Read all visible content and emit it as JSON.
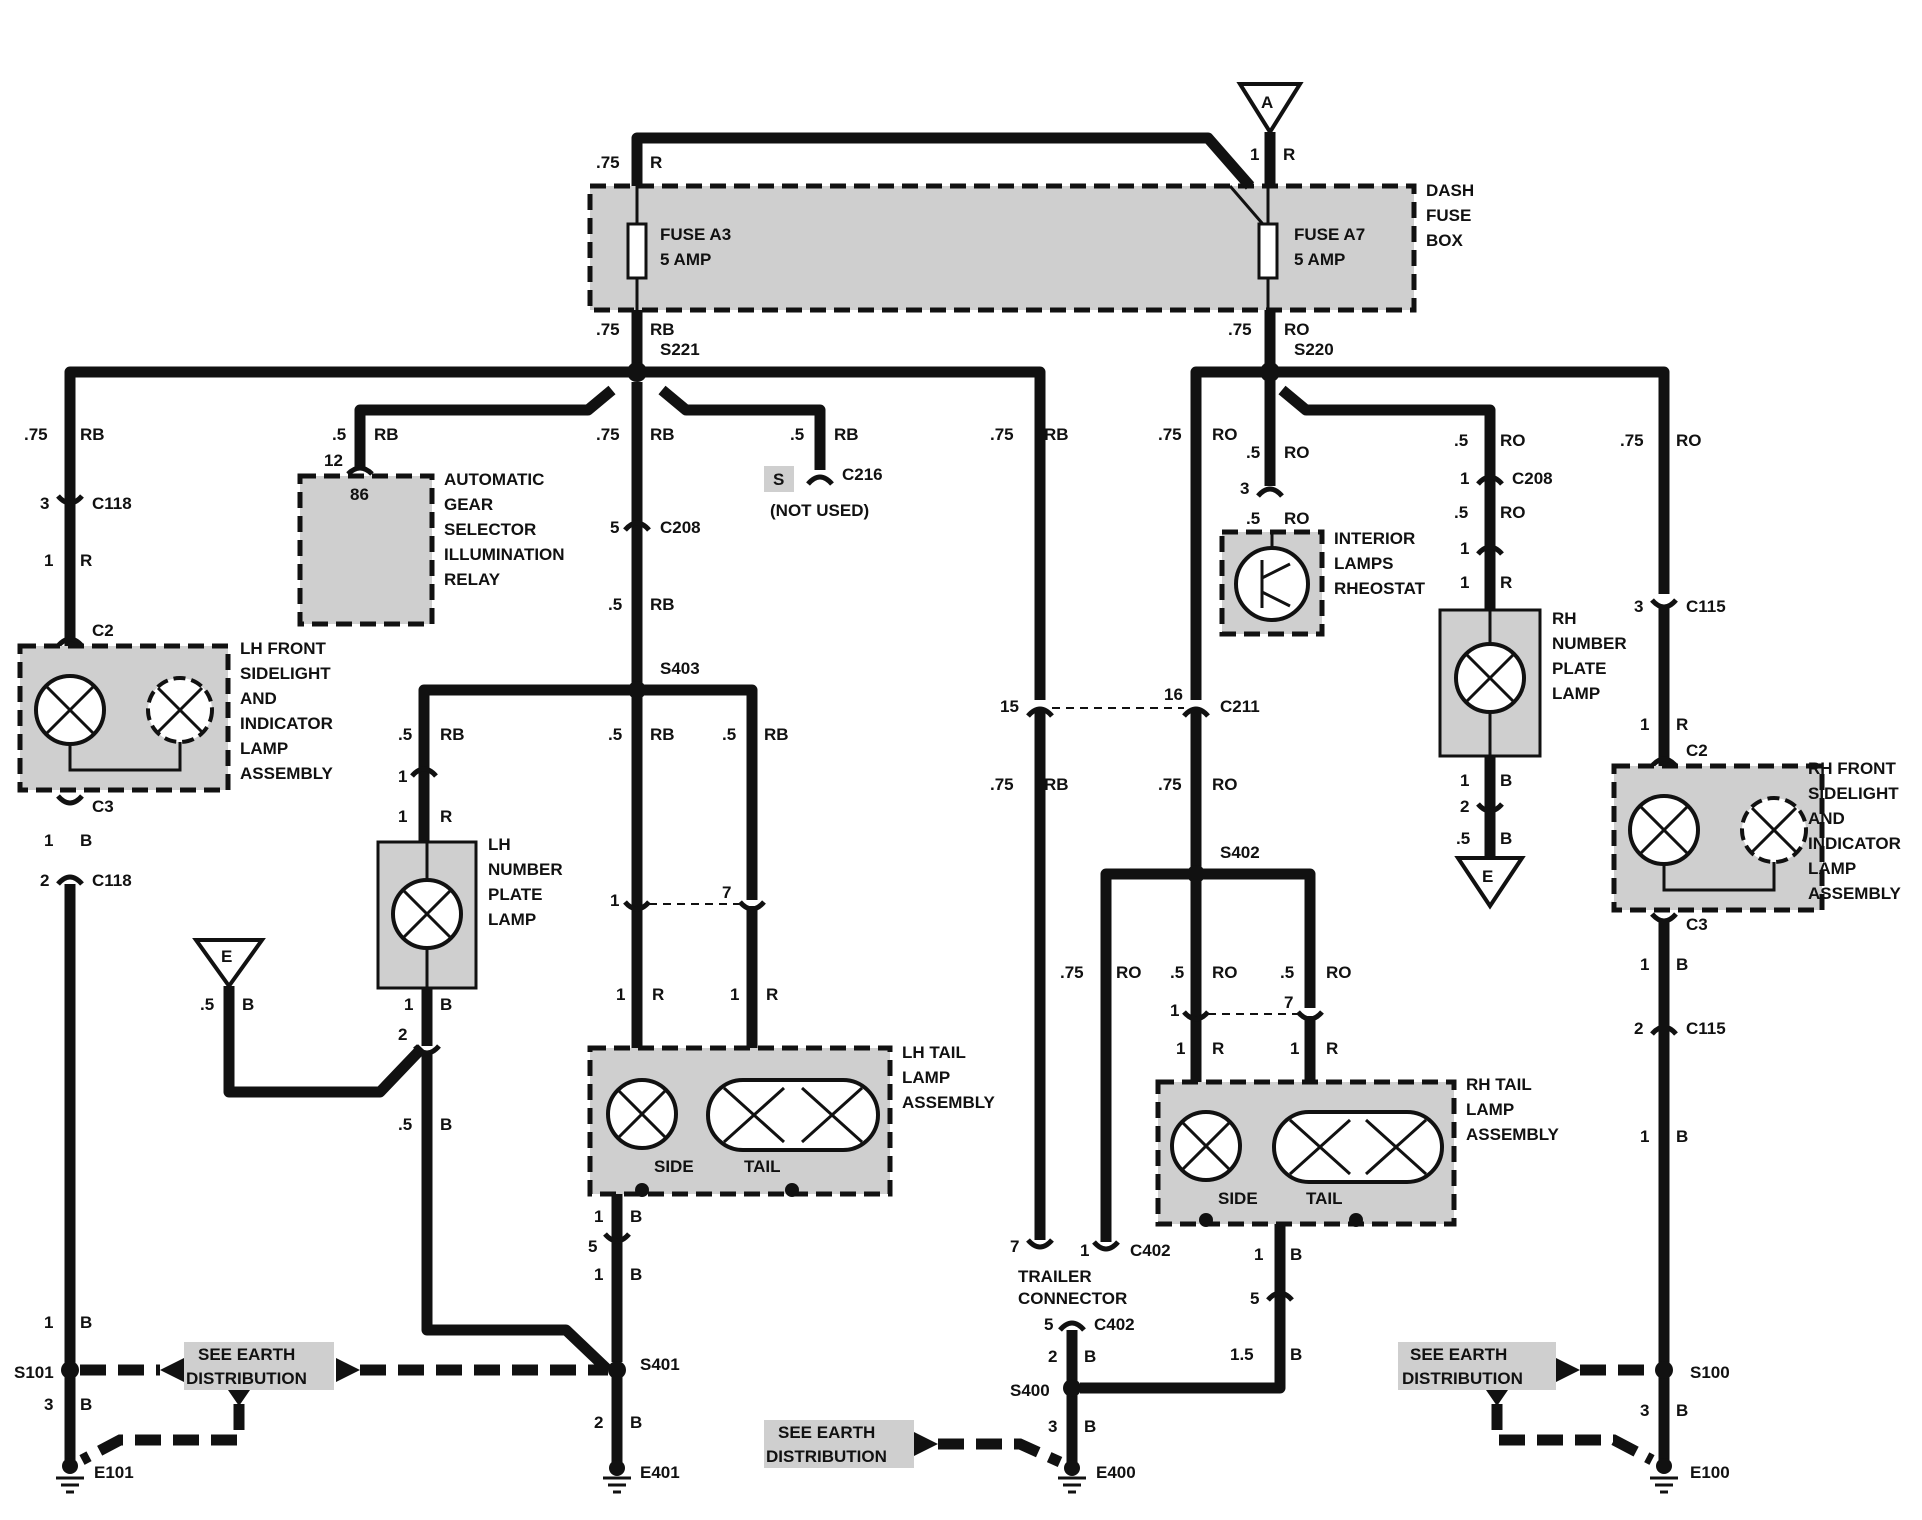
{
  "labels": {
    "dash_fuse_box": [
      "DASH",
      "FUSE",
      "BOX"
    ],
    "fuse_a3": [
      "FUSE A3",
      "5 AMP"
    ],
    "fuse_a7": [
      "FUSE A7",
      "5 AMP"
    ],
    "feed_tag": "A",
    "earth_tag": "E",
    "relay": [
      "AUTOMATIC",
      "GEAR",
      "SELECTOR",
      "ILLUMINATION",
      "RELAY"
    ],
    "relay_pin": "86",
    "s_tag": "S",
    "not_used": "(NOT USED)",
    "interior_rheostat": [
      "INTERIOR",
      "LAMPS",
      "RHEOSTAT"
    ],
    "lh_front": [
      "LH FRONT",
      "SIDELIGHT",
      "AND",
      "INDICATOR",
      "LAMP",
      "ASSEMBLY"
    ],
    "rh_front": [
      "RH FRONT",
      "SIDELIGHT",
      "AND",
      "INDICATOR",
      "LAMP",
      "ASSEMBLY"
    ],
    "lh_number_plate": [
      "LH",
      "NUMBER",
      "PLATE",
      "LAMP"
    ],
    "rh_number_plate": [
      "RH",
      "NUMBER",
      "PLATE",
      "LAMP"
    ],
    "lh_tail": [
      "LH TAIL",
      "LAMP",
      "ASSEMBLY"
    ],
    "rh_tail": [
      "RH TAIL",
      "LAMP",
      "ASSEMBLY"
    ],
    "side": "SIDE",
    "tail": "TAIL",
    "trailer_connector": [
      "TRAILER",
      "CONNECTOR"
    ],
    "see_earth_distribution": [
      "SEE EARTH",
      "DISTRIBUTION"
    ]
  },
  "connectors": {
    "c118": "C118",
    "c2": "C2",
    "c3": "C3",
    "c208": "C208",
    "c216": "C216",
    "c211": "C211",
    "c115": "C115",
    "c402": "C402"
  },
  "splices": {
    "s221": "S221",
    "s220": "S220",
    "s403": "S403",
    "s402": "S402",
    "s401": "S401",
    "s400": "S400",
    "s101": "S101",
    "s100": "S100"
  },
  "grounds": {
    "e101": "E101",
    "e401": "E401",
    "e400": "E400",
    "e100": "E100"
  },
  "wire_sizes": {
    "w075": ".75",
    "w05": ".5",
    "w1": "1",
    "w15": "1.5"
  },
  "wire_colors": {
    "r": "R",
    "rb": "RB",
    "ro": "RO",
    "b": "B"
  },
  "pins": {
    "p1": "1",
    "p2": "2",
    "p3": "3",
    "p5": "5",
    "p7": "7",
    "p12": "12",
    "p15": "15",
    "p16": "16"
  }
}
